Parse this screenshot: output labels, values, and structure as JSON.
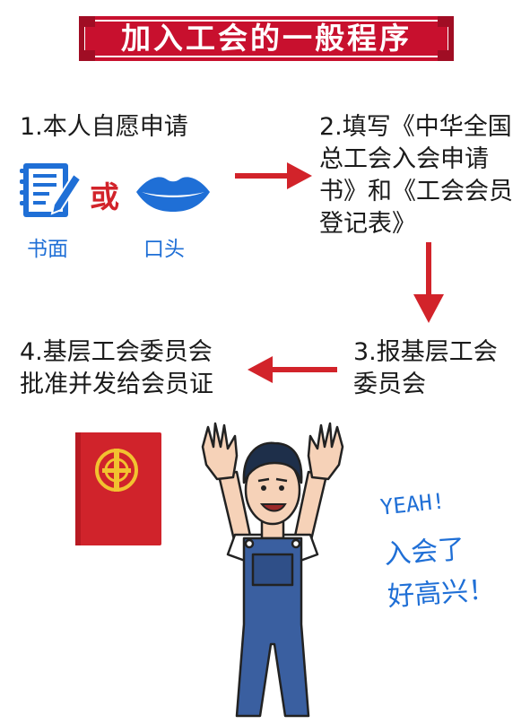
{
  "title": "加入工会的一般程序",
  "steps": {
    "step1": "1.本人自愿申请",
    "step2": "2.填写《中华全国\n总工会入会申请\n书》和《工会会员\n登记表》",
    "step3": "3.报基层工会\n委员会",
    "step4": "4.基层工会委员会\n批准并发给会员证"
  },
  "methods": {
    "written_label": "书面",
    "or_label": "或",
    "oral_label": "口头"
  },
  "exclamation": {
    "yeah": "YEAH!",
    "line1": "入会了",
    "line2": "好高兴！"
  },
  "icons": {
    "written": "notepad-pen-icon",
    "oral": "lips-icon",
    "membership_card": "union-card-icon"
  },
  "colors": {
    "banner_red": "#c8102e",
    "arrow_red": "#d2232a",
    "accent_blue": "#1f6fd6",
    "card_red": "#d0232b",
    "emblem_gold": "#f2c230"
  }
}
